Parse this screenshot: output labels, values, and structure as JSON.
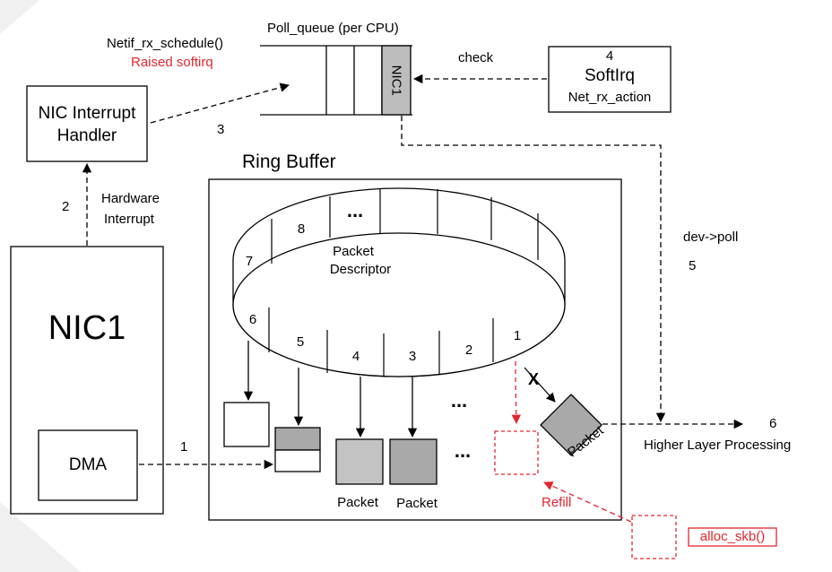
{
  "colors": {
    "accent_red": "#e3262e",
    "packet_gray": "#bdbdbd",
    "packet_dark": "#a9a9a9",
    "background": "#ffffff",
    "corner_gray": "#f0f0f0"
  },
  "nic": {
    "title": "NIC1",
    "dma": "DMA"
  },
  "interrupt_handler": {
    "line1": "NIC Interrupt",
    "line2": "Handler"
  },
  "hardware_interrupt": {
    "step": "2",
    "line1": "Hardware",
    "line2": "Interrupt"
  },
  "schedule": {
    "call": "Netif_rx_schedule()",
    "raised": "Raised softirq",
    "step": "3"
  },
  "poll_queue": {
    "title": "Poll_queue (per CPU)",
    "slot_label": "NIC1"
  },
  "softirq": {
    "step": "4",
    "name": "SoftIrq",
    "action": "Net_rx_action"
  },
  "check_label": "check",
  "dev_poll": {
    "label": "dev->poll",
    "step": "5"
  },
  "higher_layer": {
    "step": "6",
    "label": "Higher Layer Processing"
  },
  "dma_step": "1",
  "ring": {
    "title": "Ring Buffer",
    "descriptor_line1": "Packet",
    "descriptor_line2": "Descriptor",
    "slots_back": [
      "7",
      "8",
      "..."
    ],
    "slots_front": [
      "6",
      "5",
      "4",
      "3",
      "2",
      "1"
    ]
  },
  "packets": {
    "left": "Packet",
    "right": "Packet",
    "out": "Packet",
    "ellipsis": "..."
  },
  "refill": {
    "label": "Refill",
    "alloc": "alloc_skb()",
    "x_mark": "X"
  }
}
